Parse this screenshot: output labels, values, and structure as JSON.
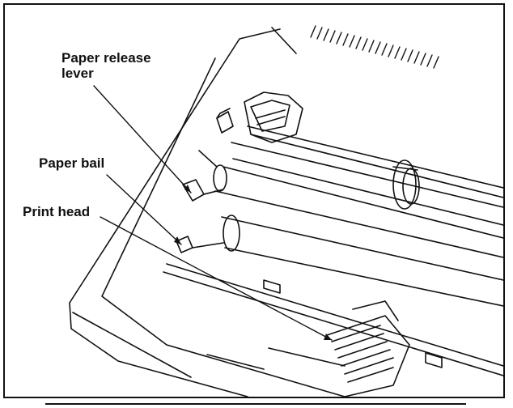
{
  "figure": {
    "labels": {
      "paper_release_lever": "Paper release\nlever",
      "paper_bail": "Paper bail",
      "print_head": "Print head"
    }
  }
}
